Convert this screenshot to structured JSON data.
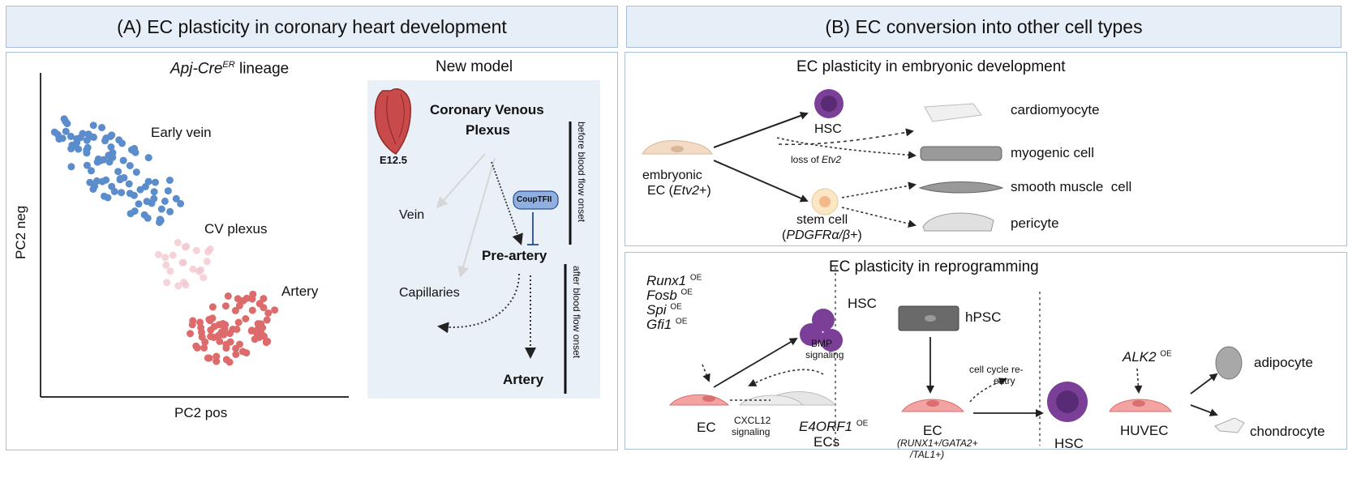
{
  "panel_a": {
    "header": "(A)  EC plasticity in coronary heart development",
    "lineage_title": "Apj-Cre",
    "lineage_title_sup": "ER",
    "lineage_title_suffix": " lineage",
    "x_axis": "PC2 pos",
    "y_axis": "PC2 neg",
    "clusters": [
      "Early vein",
      "CV plexus",
      "Artery"
    ],
    "new_model_title": "New model",
    "heart_label": "E12.5",
    "plexus_line1": "Coronary Venous",
    "plexus_line2": "Plexus",
    "vein": "Vein",
    "capillaries": "Capillaries",
    "coup": "CoupTFII",
    "pre_artery": "Pre-artery",
    "artery": "Artery",
    "before_flow": "before blood flow onset",
    "after_flow": "after  blood flow onset"
  },
  "panel_b": {
    "header": "(B)  EC conversion into other cell types",
    "embryonic": {
      "title": "EC plasticity in embryonic development",
      "hsc": "HSC",
      "ec_line1": "embryonic",
      "ec_line2_a": "EC (",
      "ec_line2_i": "Etv2",
      "ec_line2_b": "+)",
      "loss_a": "loss of ",
      "loss_i": "Etv2",
      "stem_line1": "stem cell",
      "stem_line2_a": "(",
      "stem_line2_i": "PDGFRα/β+",
      "stem_line2_b": ")",
      "cardiomyocyte": "cardiomyocyte",
      "myogenic": "myogenic cell",
      "smooth_muscle": "smooth muscle  cell",
      "pericyte": "pericyte"
    },
    "reprogramming": {
      "title": "EC plasticity in reprogramming",
      "factors": [
        "Runx1",
        "Fosb",
        "Spi",
        "Gfi1"
      ],
      "oe": "OE",
      "hsc": "HSC",
      "bmp_line1": "BMP",
      "bmp_line2": "signaling",
      "ec": "EC",
      "cxcl_line1": "CXCL12",
      "cxcl_line2": "signaling",
      "e4_a": "E4ORF1",
      "e4_b": "ECs",
      "hpsc": "hPSC",
      "cycle_line1": "cell cycle re-",
      "cycle_line2": "entry",
      "ec2": "EC",
      "ec2_sub1": "(RUNX1+/GATA2+",
      "ec2_sub2": "/TAL1+)",
      "hsc2": "HSC",
      "alk2": "ALK2",
      "huvec": "HUVEC",
      "adipocyte": "adipocyte",
      "chondrocyte": "chondrocyte"
    }
  },
  "colors": {
    "header_bg": "#e6eef7",
    "border": "#a9bfd6",
    "early_vein": "#5b8ccb",
    "artery": "#de6b6b",
    "hsc": "#7b3f98",
    "ec_pink": "#f4a3a3",
    "model_bg": "#e9f0f8"
  }
}
